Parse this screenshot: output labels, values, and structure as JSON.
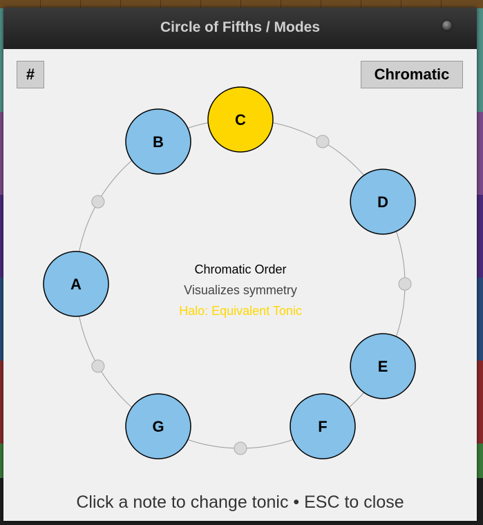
{
  "window": {
    "title": "Circle of Fifths / Modes"
  },
  "toolbar": {
    "accidental_label": "#",
    "mode_label": "Chromatic"
  },
  "center": {
    "line1": "Chromatic Order",
    "line2": "Visualizes symmetry",
    "line3": "Halo: Equivalent Tonic"
  },
  "footer": {
    "hint": "Click a note to change tonic • ESC to close"
  },
  "wheel": {
    "positions": 12,
    "tonic": "C",
    "notes": [
      {
        "label": "C",
        "slot": 0,
        "tonic": true
      },
      {
        "label": "D",
        "slot": 2,
        "tonic": false
      },
      {
        "label": "E",
        "slot": 4,
        "tonic": false
      },
      {
        "label": "F",
        "slot": 5,
        "tonic": false
      },
      {
        "label": "G",
        "slot": 7,
        "tonic": false
      },
      {
        "label": "A",
        "slot": 9,
        "tonic": false
      },
      {
        "label": "B",
        "slot": 11,
        "tonic": false
      }
    ],
    "empty_slots": [
      1,
      3,
      6,
      8,
      10
    ]
  },
  "colors": {
    "tonic_fill": "#ffd700",
    "note_fill": "#85c1e9",
    "empty_fill": "#d9d9d9",
    "halo_text": "#ffd700",
    "ring": "#999999"
  }
}
